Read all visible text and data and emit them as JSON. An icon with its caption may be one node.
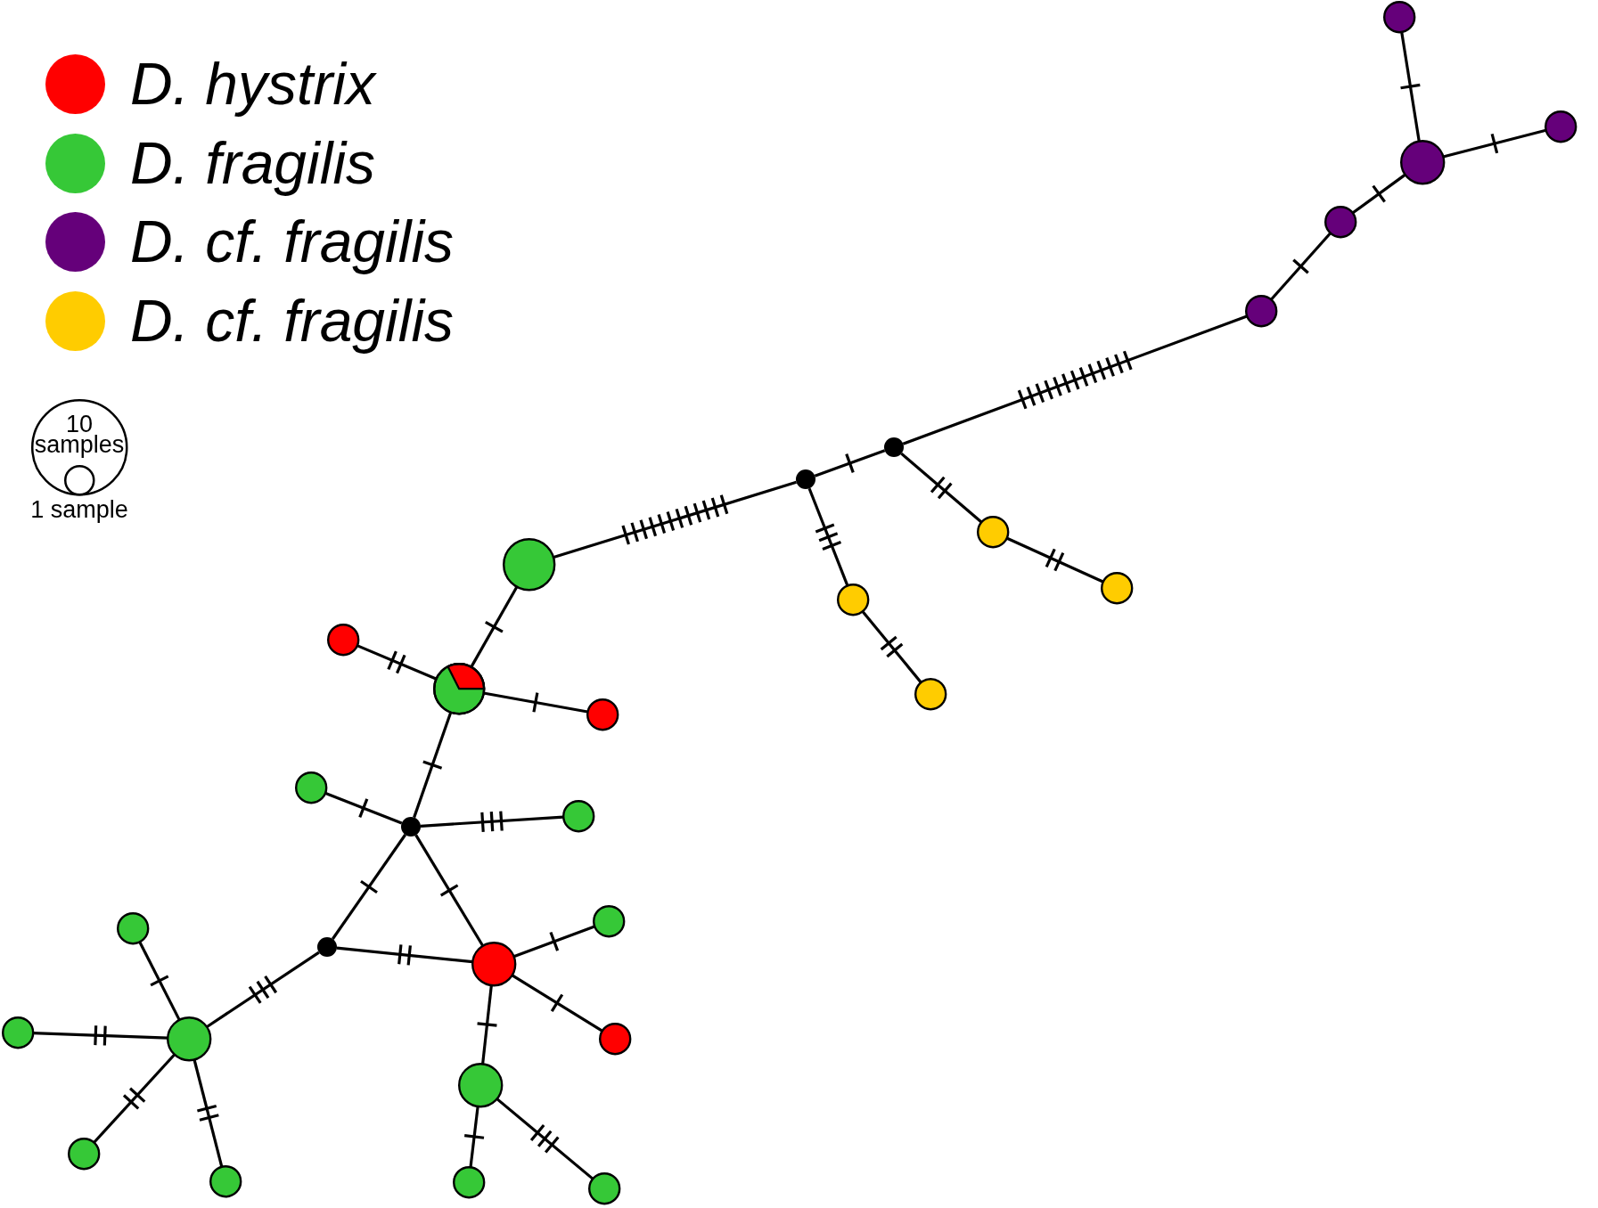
{
  "diagram": {
    "nodes": [
      {
        "text": [
          "10 samples"
        ]
      },
      {
        "text": [],
        "shape": "circle",
        "in": 0,
        "beside": [
          "1 sample"
        ]
      },
      {
        "text": [],
        "shape": "circle"
      },
      {
        "text": [],
        "shape": "circle"
      },
      {
        "text": [],
        "shape": "circle"
      },
      {
        "text": [],
        "shape": "circle"
      },
      {
        "text": [],
        "shape": "circle"
      },
      {
        "text": [],
        "shape": "circle"
      },
      {
        "text": [],
        "shape": "circle"
      },
      {
        "text": [],
        "shape": "circle"
      },
      {
        "text": [],
        "shape": "circle"
      },
      {
        "text": [],
        "shape": "circle"
      },
      {
        "text": [],
        "shape": "circle"
      },
      {
        "text": [],
        "shape": "circle"
      },
      {
        "text": [],
        "shape": "circle"
      },
      {
        "text": [],
        "shape": "circle"
      },
      {
        "text": [],
        "shape": "circle"
      },
      {
        "text": [],
        "shape": "circle"
      },
      {
        "text": [],
        "shape": "circle"
      },
      {
        "text": [],
        "shape": "circle"
      },
      {
        "text": [],
        "shape": "circle"
      },
      {
        "text": [],
        "shape": "circle"
      },
      {
        "text": [],
        "shape": "circle"
      },
      {
        "text": [],
        "shape": "circle"
      },
      {
        "text": [],
        "shape": "circle"
      },
      {
        "text": [],
        "shape": "circle"
      },
      {
        "text": [],
        "shape": "circle"
      },
      {
        "text": [],
        "shape": "circle"
      },
      {
        "text": [],
        "shape": "circle"
      },
      {
        "text": [],
        "shape": "circle"
      },
      {
        "text": [],
        "shape": "circle"
      },
      {
        "text": [],
        "shape": "circle"
      }
    ],
    "edges": [
      {
        "from": 2,
        "to": 4,
        "arrow": "none"
      },
      {
        "from": 4,
        "to": 3,
        "arrow": "none"
      },
      {
        "from": 4,
        "to": 5,
        "arrow": "none"
      },
      {
        "from": 5,
        "to": 6,
        "arrow": "none"
      },
      {
        "from": 6,
        "to": 7,
        "arrow": "none"
      },
      {
        "from": 7,
        "to": 8,
        "arrow": "none"
      },
      {
        "from": 7,
        "to": 9,
        "arrow": "none"
      },
      {
        "from": 9,
        "to": 11,
        "arrow": "none"
      },
      {
        "from": 8,
        "to": 12,
        "arrow": "none"
      },
      {
        "from": 12,
        "to": 15,
        "arrow": "none"
      },
      {
        "from": 8,
        "to": 10,
        "arrow": "none"
      },
      {
        "from": 10,
        "to": 14,
        "arrow": "none"
      },
      {
        "from": 14,
        "to": 13,
        "arrow": "none"
      },
      {
        "from": 14,
        "to": 16,
        "arrow": "none"
      },
      {
        "from": 14,
        "to": 19,
        "arrow": "none"
      },
      {
        "from": 19,
        "to": 17,
        "arrow": "none"
      },
      {
        "from": 19,
        "to": 18,
        "arrow": "none"
      },
      {
        "from": 19,
        "to": 22,
        "arrow": "none"
      },
      {
        "from": 19,
        "to": 23,
        "arrow": "none"
      },
      {
        "from": 22,
        "to": 23,
        "arrow": "none"
      },
      {
        "from": 22,
        "to": 25,
        "arrow": "none"
      },
      {
        "from": 23,
        "to": 20,
        "arrow": "none"
      },
      {
        "from": 23,
        "to": 26,
        "arrow": "none"
      },
      {
        "from": 23,
        "to": 27,
        "arrow": "none"
      },
      {
        "from": 27,
        "to": 30,
        "arrow": "none"
      },
      {
        "from": 27,
        "to": 31,
        "arrow": "none"
      },
      {
        "from": 25,
        "to": 21,
        "arrow": "none"
      },
      {
        "from": 25,
        "to": 24,
        "arrow": "none"
      },
      {
        "from": 25,
        "to": 28,
        "arrow": "none"
      },
      {
        "from": 25,
        "to": 29,
        "arrow": "none"
      }
    ],
    "legend": [
      {
        "text": "D. hystrix",
        "color": "#ff0000"
      },
      {
        "text": "D. fragilis",
        "color": "#36c837"
      },
      {
        "text": "D. cf. fragilis",
        "color": "#65007a"
      },
      {
        "text": "D. cf. fragilis",
        "color": "#ffcc00"
      }
    ]
  }
}
